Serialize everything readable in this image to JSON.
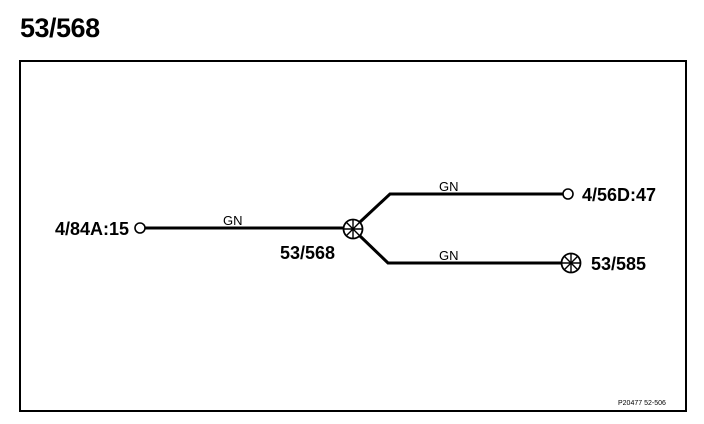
{
  "title": "53/568",
  "diagram": {
    "connectors": {
      "left": "4/84A:15",
      "top_right": "4/56D:47",
      "bottom_right": "53/585"
    },
    "splice": "53/568",
    "wire_colors": {
      "main": "GN",
      "upper_branch": "GN",
      "lower_branch": "GN"
    },
    "reference": "P20477 52-506"
  }
}
